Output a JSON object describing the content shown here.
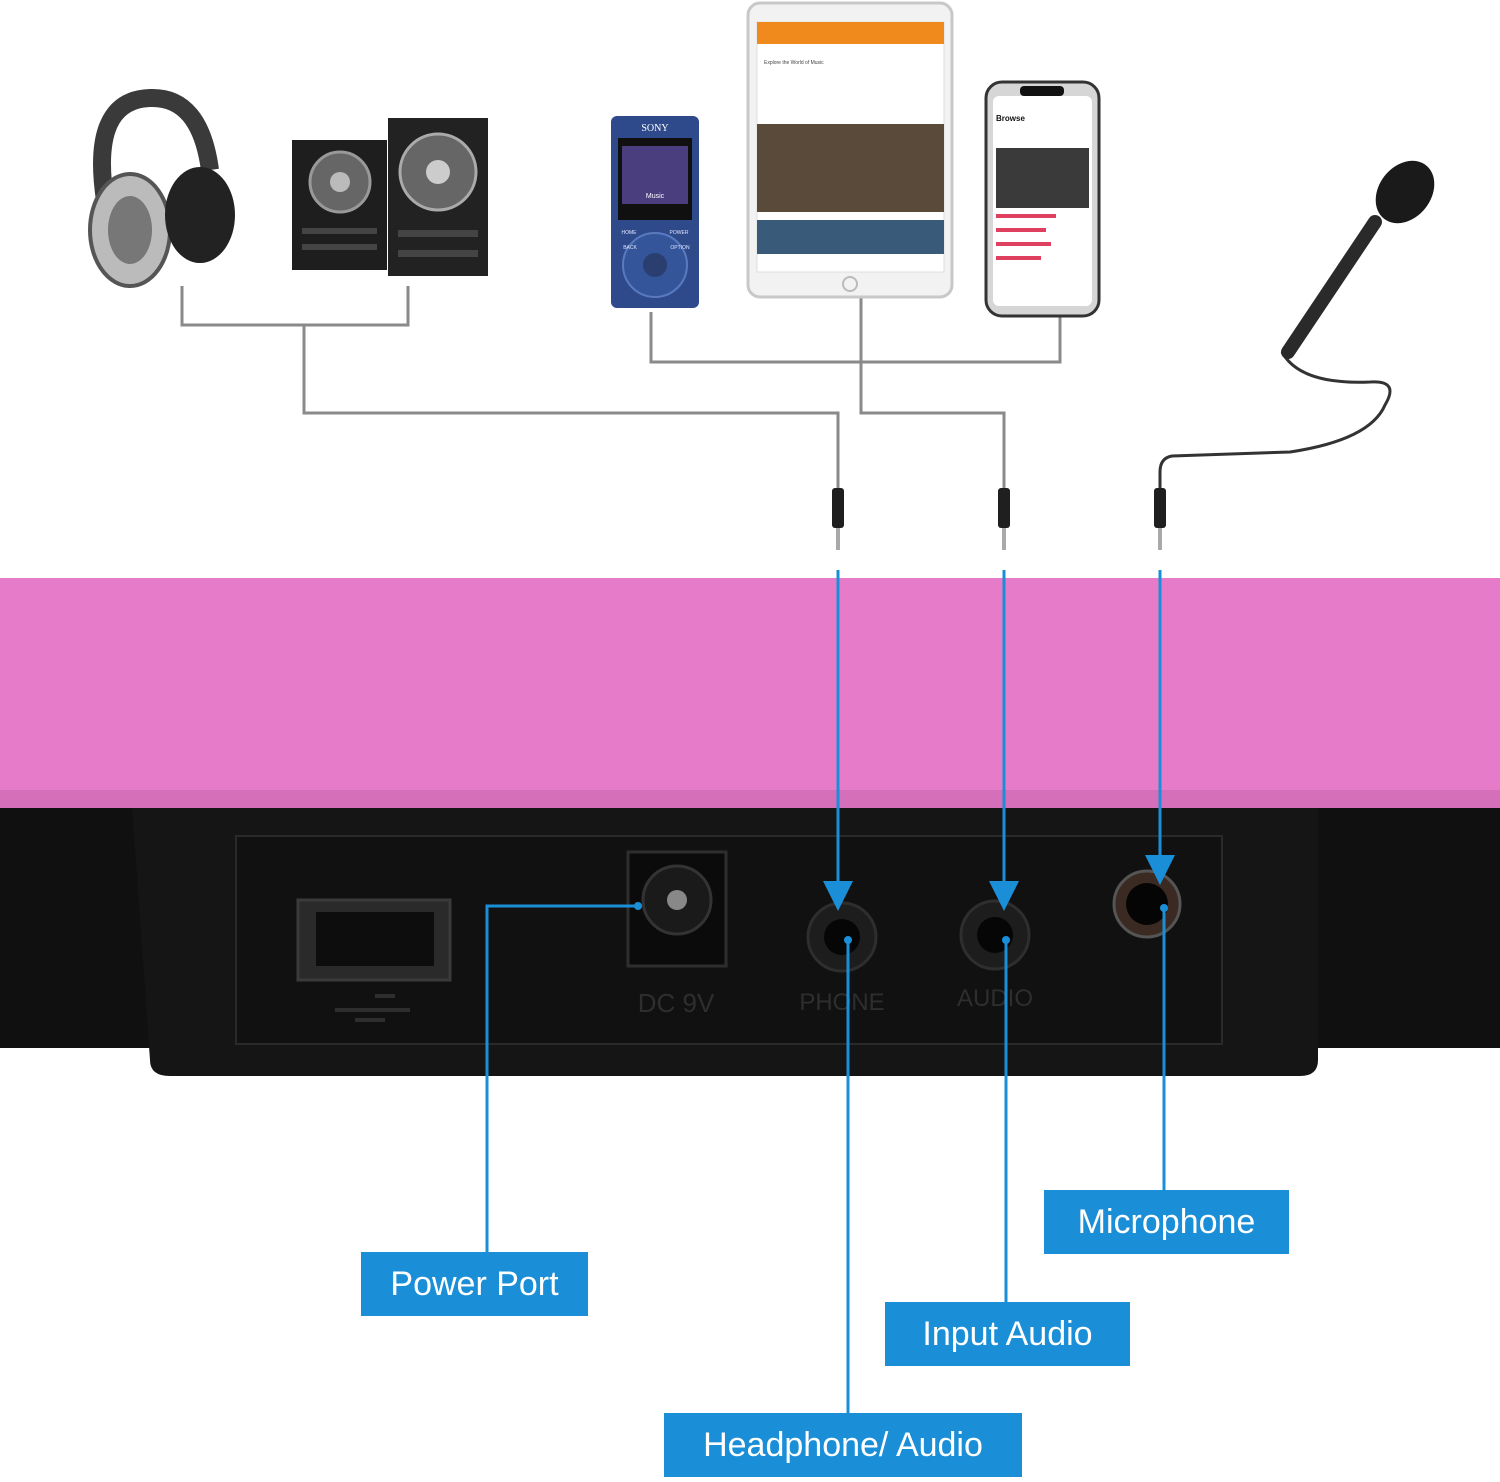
{
  "labels": {
    "power_port": "Power Port",
    "microphone": "Microphone",
    "input_audio": "Input Audio",
    "headphone_audio": "Headphone/ Audio"
  },
  "panel": {
    "dc_label": "DC 9V",
    "phone_label": "PHONE",
    "audio_label": "AUDIO"
  },
  "devices": {
    "player_brand": "SONY",
    "player_screen": "Music",
    "player_home": "HOME",
    "player_power": "POWER",
    "player_back": "BACK",
    "player_option": "OPTION",
    "phone_heading": "Browse",
    "tablet_heading": "Explore the World of Music"
  },
  "colors": {
    "callout": "#1a8fd8",
    "keyboard_pink": "#e67cc9",
    "panel_black": "#141414",
    "tablet_accent": "#f08a1c"
  }
}
